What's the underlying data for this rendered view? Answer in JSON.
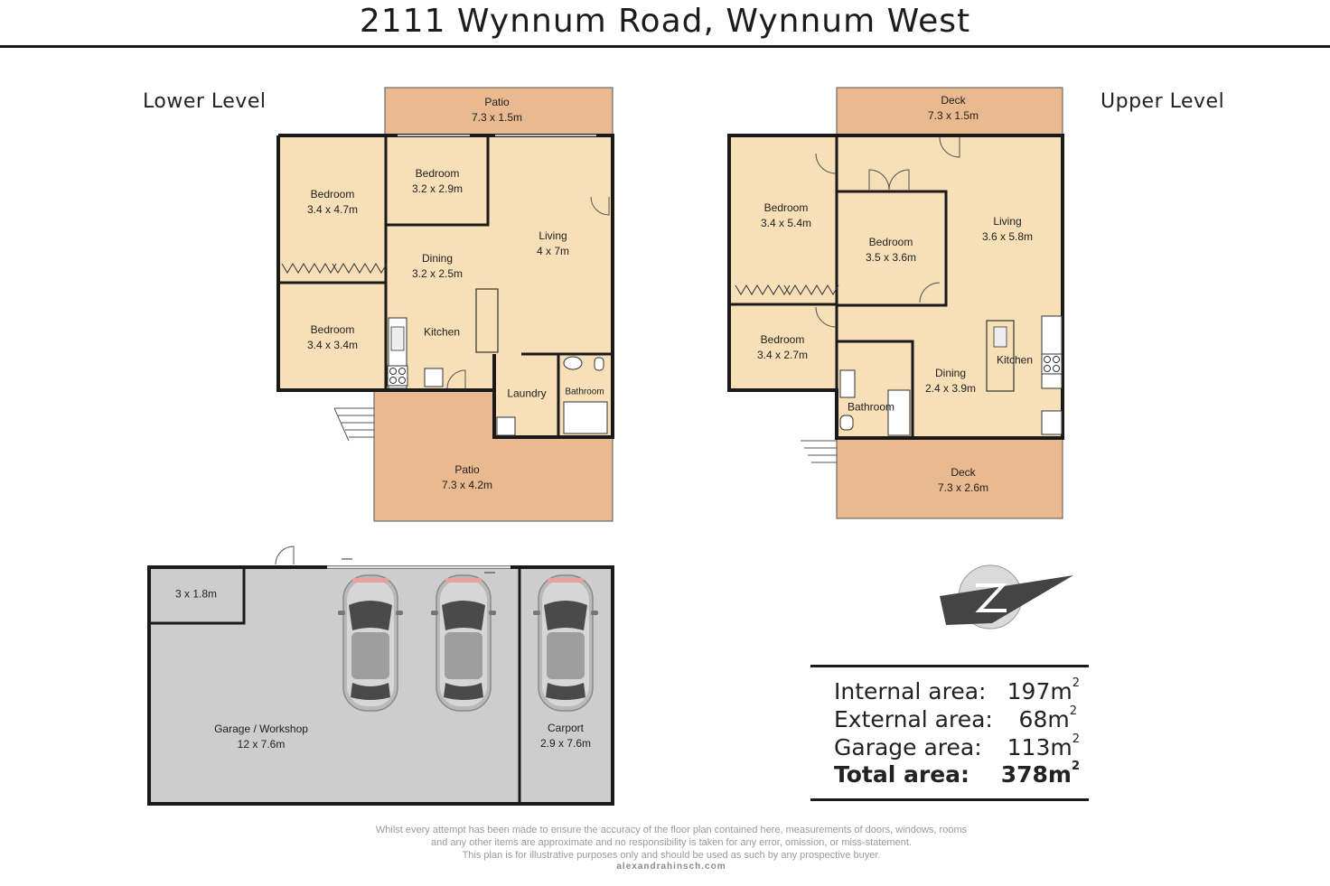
{
  "title": "2111 Wynnum Road, Wynnum West",
  "levels": {
    "lower": "Lower Level",
    "upper": "Upper Level"
  },
  "lower_rooms": {
    "patio_top": {
      "name": "Patio",
      "size": "7.3 x 1.5m"
    },
    "bedroom_1": {
      "name": "Bedroom",
      "size": "3.4 x 4.7m"
    },
    "bedroom_2": {
      "name": "Bedroom",
      "size": "3.2 x 2.9m"
    },
    "bedroom_3": {
      "name": "Bedroom",
      "size": "3.4 x 3.4m"
    },
    "living": {
      "name": "Living",
      "size": "4 x 7m"
    },
    "dining": {
      "name": "Dining",
      "size": "3.2 x 2.5m"
    },
    "kitchen": {
      "name": "Kitchen"
    },
    "laundry": {
      "name": "Laundry"
    },
    "bathroom": {
      "name": "Bathroom"
    },
    "patio_bottom": {
      "name": "Patio",
      "size": "7.3 x 4.2m"
    }
  },
  "upper_rooms": {
    "deck_top": {
      "name": "Deck",
      "size": "7.3 x 1.5m"
    },
    "bedroom_1": {
      "name": "Bedroom",
      "size": "3.4 x 5.4m"
    },
    "bedroom_2": {
      "name": "Bedroom",
      "size": "3.5 x 3.6m"
    },
    "bedroom_3": {
      "name": "Bedroom",
      "size": "3.4 x 2.7m"
    },
    "living": {
      "name": "Living",
      "size": "3.6 x 5.8m"
    },
    "kitchen": {
      "name": "Kitchen"
    },
    "dining": {
      "name": "Dining",
      "size": "2.4 x 3.9m"
    },
    "bathroom": {
      "name": "Bathroom"
    },
    "deck_bottom": {
      "name": "Deck",
      "size": "7.3 x 2.6m"
    }
  },
  "garage": {
    "store": {
      "size": "3 x 1.8m"
    },
    "workshop": {
      "name": "Garage / Workshop",
      "size": "12 x 7.6m"
    },
    "carport": {
      "name": "Carport",
      "size": "2.9 x 7.6m"
    }
  },
  "areas": {
    "internal": {
      "label": "Internal area:",
      "value": "197m",
      "unit_sup": "2"
    },
    "external": {
      "label": "External area:",
      "value": "68m",
      "unit_sup": "2"
    },
    "garage": {
      "label": "Garage area:",
      "value": "113m",
      "unit_sup": "2"
    },
    "total": {
      "label": "Total area:",
      "value": "378m",
      "unit_sup": "2"
    }
  },
  "disclaimer": {
    "line1": "Whilst every attempt has been made to ensure the accuracy of the floor plan contained here, measurements of doors, windows, rooms",
    "line2": "and any other items are approximate and no responsibility is taken for any error, omission, or miss-statement.",
    "line3": "This plan is for illustrative purposes only and should be used as such by any prospective buyer.",
    "website": "alexandrahinsch.com"
  },
  "colors": {
    "room_fill": "#f7dfb8",
    "outdoor_fill": "#e9b98f",
    "garage_fill": "#cdcdcd",
    "wall": "#1a1a1a"
  },
  "icons": [
    "compass-icon",
    "car-icon",
    "toilet-icon",
    "sink-icon",
    "stove-icon",
    "bath-icon",
    "shower-icon",
    "stairs-icon",
    "door-swing-icon",
    "wardrobe-icon"
  ]
}
